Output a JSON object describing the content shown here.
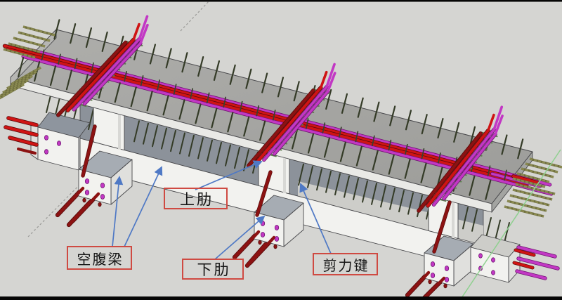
{
  "figure": {
    "annotations": {
      "upper_rib": "上肋",
      "open_web_beam": "空腹梁",
      "lower_rib": "下肋",
      "shear_key": "剪力键"
    },
    "colors": {
      "background": "#d5d5d2",
      "slab_top": "#a8a8a5",
      "slab_front": "#e9e9e6",
      "slab_end_left": "#b6b6b3",
      "slab_end_right": "#a3a4a1",
      "groove": "#9b9b98",
      "void_shadow": "#8c929a",
      "chord_top_light": "#cdcdc9",
      "concrete_white": "#f2f2ef",
      "block_top_dark": "#8e959e",
      "side_light": "#e0e0dd",
      "rib_top": "#a6acb3",
      "edge_line": "#47474a",
      "rebar_red": "#cf1414",
      "rebar_red_dark": "#5a0a0a",
      "rebar_magenta": "#c238c4",
      "rebar_magenta_dark": "#6e1470",
      "rebar_maroon": "#8c1212",
      "rebar_maroon_dark": "#590b0b",
      "rebar_olive": "#8b8b52",
      "stirrup": "#343b27",
      "tie_green": "#5d7f4e",
      "axis_green": "#8fd08f",
      "axis_dashed": "#9a9a97",
      "label_border": "#cf4a42",
      "arrow_blue": "#4f79c5",
      "frame_bar": "#060606"
    }
  }
}
